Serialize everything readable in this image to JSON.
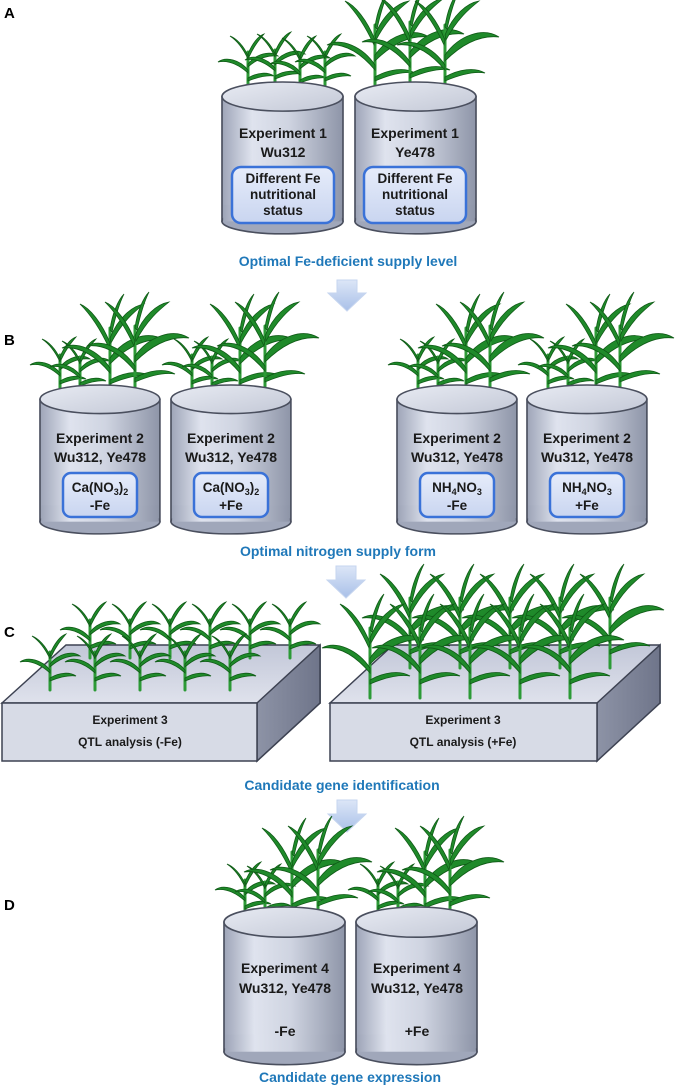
{
  "colors": {
    "accent_text": "#1f78b9",
    "pot_fill": "#c9cedc",
    "label_box_border": "#3a72d8",
    "plant_green": "#1f8a2a",
    "arrow": "#b7c9ea"
  },
  "panels": {
    "A": {
      "letter": "A",
      "pots": [
        {
          "line1": "Experiment 1",
          "line2": "Wu312",
          "box": [
            "Different Fe",
            "nutritional",
            "status"
          ]
        },
        {
          "line1": "Experiment 1",
          "line2": "Ye478",
          "box": [
            "Different Fe",
            "nutritional",
            "status"
          ]
        }
      ],
      "step_label": "Optimal Fe-deficient supply level"
    },
    "B": {
      "letter": "B",
      "pots": [
        {
          "line1": "Experiment 2",
          "line2": "Wu312, Ye478",
          "chem_main": "Ca(NO",
          "chem_sub": "3",
          "chem_close": ")",
          "chem_sub2": "2",
          "treat": "-Fe"
        },
        {
          "line1": "Experiment 2",
          "line2": "Wu312, Ye478",
          "chem_main": "Ca(NO",
          "chem_sub": "3",
          "chem_close": ")",
          "chem_sub2": "2",
          "treat": "+Fe"
        },
        {
          "line1": "Experiment 2",
          "line2": "Wu312, Ye478",
          "chem_main": "NH",
          "chem_sub": "4",
          "chem_close": "NO",
          "chem_sub2": "3",
          "treat": "-Fe"
        },
        {
          "line1": "Experiment 2",
          "line2": "Wu312, Ye478",
          "chem_main": "NH",
          "chem_sub": "4",
          "chem_close": "NO",
          "chem_sub2": "3",
          "treat": "+Fe"
        }
      ],
      "step_label": "Optimal nitrogen supply form"
    },
    "C": {
      "letter": "C",
      "trays": [
        {
          "line1": "Experiment 3",
          "line2": "QTL analysis (-Fe)"
        },
        {
          "line1": "Experiment 3",
          "line2": "QTL analysis (+Fe)"
        }
      ],
      "step_label": "Candidate gene identification"
    },
    "D": {
      "letter": "D",
      "pots": [
        {
          "line1": "Experiment 4",
          "line2": "Wu312, Ye478",
          "treat": "-Fe"
        },
        {
          "line1": "Experiment 4",
          "line2": "Wu312, Ye478",
          "treat": "+Fe"
        }
      ],
      "step_label": "Candidate gene expression"
    }
  }
}
